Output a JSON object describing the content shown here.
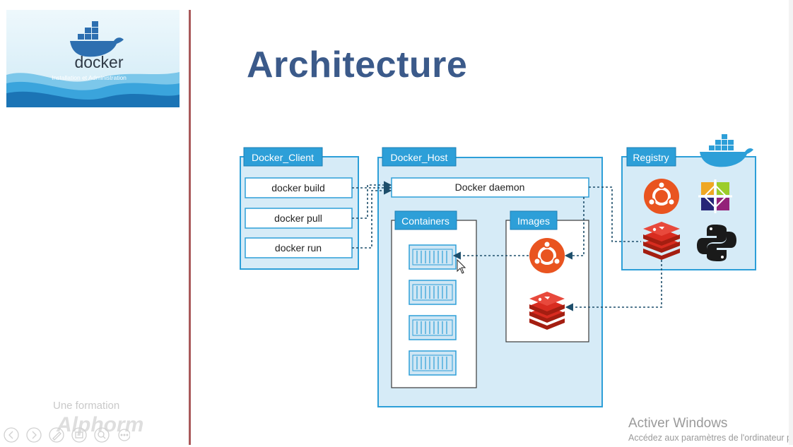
{
  "sidebar": {
    "logo_word": "docker",
    "logo_subtitle": "Installation et Administration",
    "credit_text": "Une formation",
    "credit_brand": "Alphorm"
  },
  "slide": {
    "title": "Architecture"
  },
  "diagram": {
    "client": {
      "label": "Docker_Client",
      "commands": [
        "docker build",
        "docker pull",
        "docker run"
      ]
    },
    "host": {
      "label": "Docker_Host",
      "daemon": "Docker daemon",
      "containers_label": "Containers",
      "images_label": "Images"
    },
    "registry": {
      "label": "Registry"
    }
  },
  "watermark": {
    "title": "Activer Windows",
    "subtitle": "Accédez aux paramètres de l'ordinateur pour activer Windows."
  },
  "colors": {
    "panel_fill": "#d6ebf7",
    "panel_stroke": "#2d9fd8",
    "tab_fill": "#2d9fd8",
    "title": "#3b5a8a",
    "divider": "#a9595a",
    "ubuntu": "#e95420",
    "redis": "#d82c20",
    "dotted": "#1d4e6b"
  }
}
